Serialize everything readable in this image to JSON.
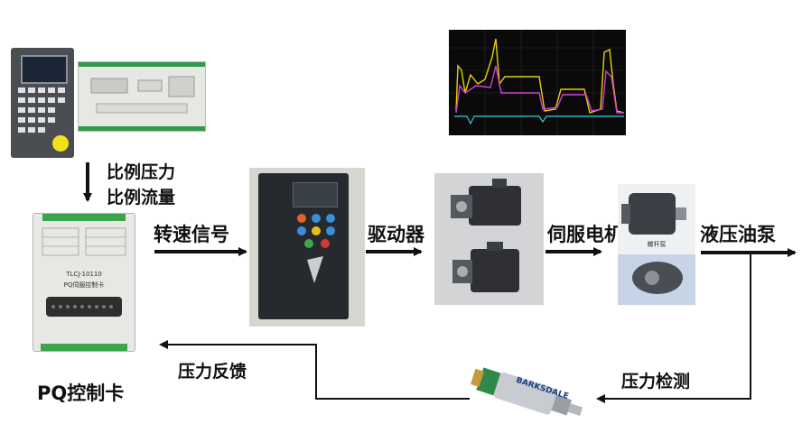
{
  "labels": {
    "proportional_pressure": "比例压力",
    "proportional_flow": "比例流量",
    "speed_signal": "转速信号",
    "driver": "驱动器",
    "servo_motor": "伺服电机",
    "hydraulic_pump": "液压油泵",
    "pressure_feedback": "压力反馈",
    "pressure_detection": "压力检测",
    "pq_control_card": "PQ控制卡"
  },
  "device_text": {
    "pq_card_model": "TLCJ-10110",
    "pq_card_name": "PQ伺服控制卡",
    "pump_caption": "螺杆泵",
    "sensor_brand": "BARKSDALE"
  },
  "colors": {
    "arrow": "#111111",
    "scope_background": "#0a0a0a",
    "trace_yellow": "#e6d200",
    "trace_magenta": "#d43fd4",
    "trace_cyan": "#2fc9d8",
    "card_green_terminal": "#3aa54a",
    "sensor_green": "#2e8a4a"
  }
}
